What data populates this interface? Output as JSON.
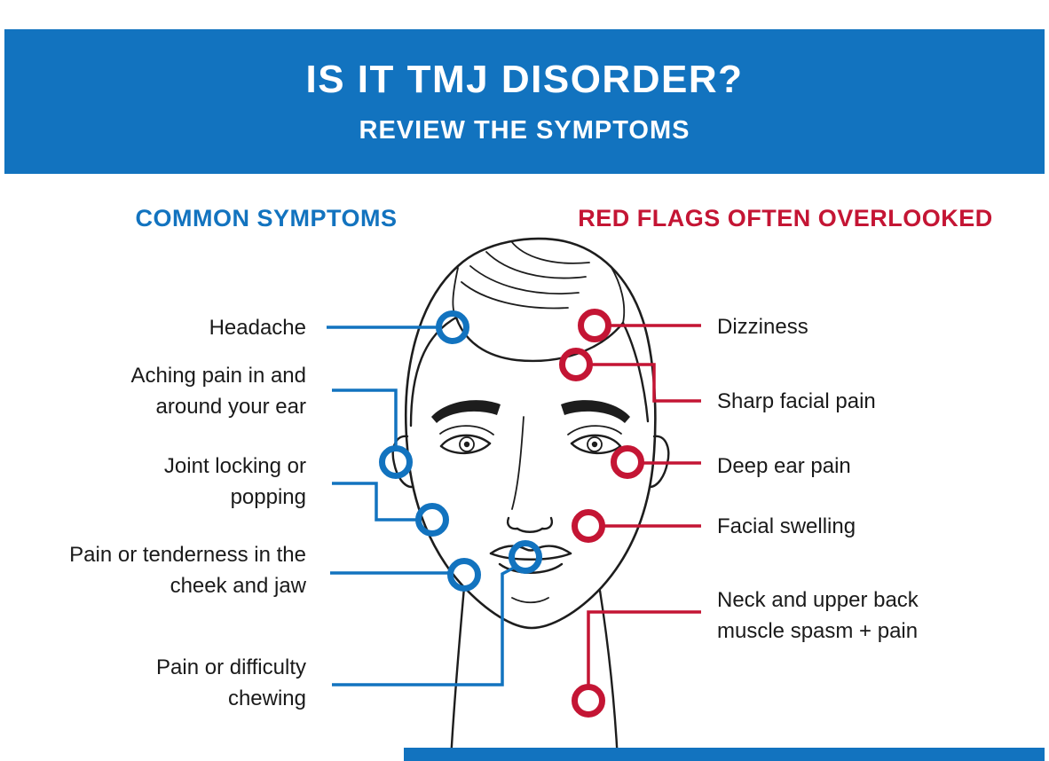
{
  "header": {
    "title": "IS IT TMJ DISORDER?",
    "subtitle": "REVIEW THE SYMPTOMS"
  },
  "columns": {
    "common": {
      "heading": "COMMON SYMPTOMS",
      "color": "#1273BF"
    },
    "red_flags": {
      "heading": "RED FLAGS OFTEN OVERLOOKED",
      "color": "#C41534"
    }
  },
  "common_symptoms": [
    {
      "label": "Headache"
    },
    {
      "label": "Aching pain in and around your ear"
    },
    {
      "label": "Joint locking or popping"
    },
    {
      "label": "Pain or tenderness in the cheek and jaw"
    },
    {
      "label": "Pain or difficulty chewing"
    }
  ],
  "red_flag_symptoms": [
    {
      "label": "Dizziness"
    },
    {
      "label": "Sharp facial pain"
    },
    {
      "label": "Deep ear pain"
    },
    {
      "label": "Facial swelling"
    },
    {
      "label": "Neck and upper back muscle spasm + pain"
    }
  ],
  "colors": {
    "blue": "#1273BF",
    "red": "#C41534",
    "text": "#1A1A1A",
    "line_art": "#1D1D1D",
    "background": "#FFFFFF"
  }
}
